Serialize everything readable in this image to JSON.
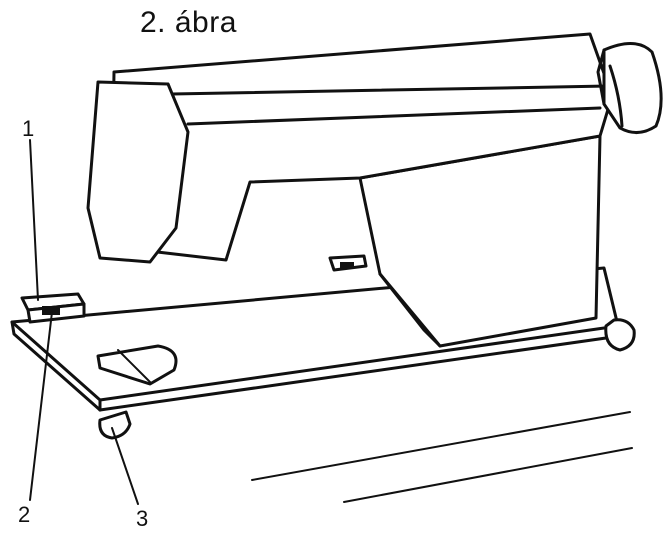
{
  "figure": {
    "caption": "2. ábra",
    "callouts": {
      "one": "1",
      "two": "2",
      "three": "3"
    }
  }
}
